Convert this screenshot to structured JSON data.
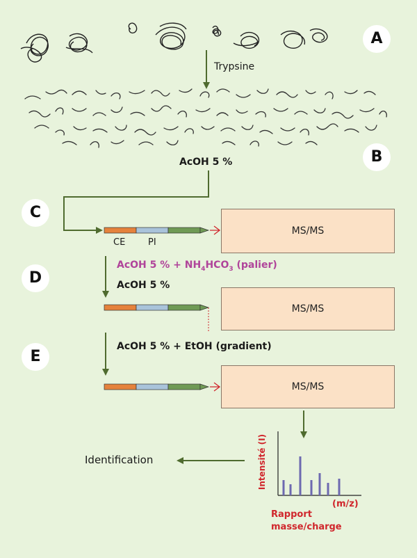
{
  "badges": {
    "a": "A",
    "b": "B",
    "c": "C",
    "d": "D",
    "e": "E"
  },
  "labels": {
    "trypsin": "Trypsine",
    "acoh_b": "AcOH 5 %",
    "ce": "CE",
    "pi": "PI",
    "d_step_pre": "AcOH 5 % + NH",
    "d_step_sub1": "4",
    "d_step_mid": "HCO",
    "d_step_sub2": "3",
    "d_step_post": " (palier)",
    "d_acoh": "AcOH 5 %",
    "e_gradient": "AcOH 5 % + EtOH (gradient)",
    "identification": "Identification"
  },
  "ms_boxes": [
    "MS/MS",
    "MS/MS",
    "MS/MS"
  ],
  "spectrum": {
    "ylabel": "Intensité (I)",
    "xunit": "(m/z)",
    "xlabel_line1": "Rapport",
    "xlabel_line2": "masse/charge"
  },
  "colors": {
    "background": "#e8f3dc",
    "arrow": "#4f6b2f",
    "capillary_ce": "#e5823c",
    "capillary_pi": "#a9c3da",
    "capillary_outlet": "#6f9a55",
    "ms_box_fill": "#fbe1c6",
    "magenta_text": "#b0449a",
    "red_text": "#d0262c",
    "spectrum_peaks": "#6d69b0"
  }
}
